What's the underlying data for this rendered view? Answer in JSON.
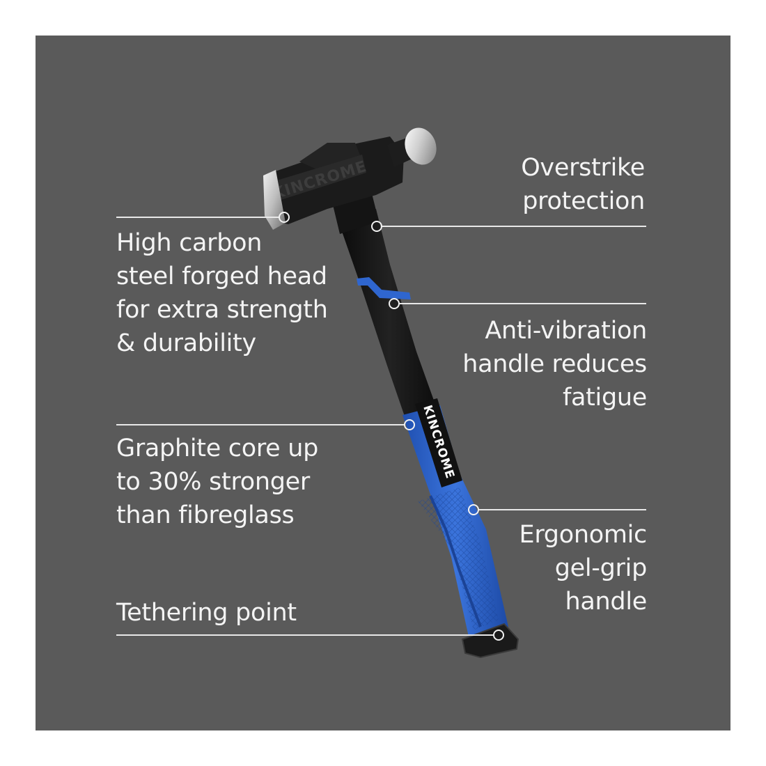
{
  "image": {
    "subject": "Ball pein hammer with blue and black handle",
    "brand_marks": [
      "KINCROME",
      "KINCROME"
    ],
    "colors": {
      "page_background": "#ffffff",
      "panel_background": "#5a5a5a",
      "text": "#f4f4f4",
      "leader_line": "#e9e9e9",
      "handle_black": "#141414",
      "handle_blue": "#2a62c8",
      "head_metal": "#1a1a1a",
      "steel_face": "#c8c8c8"
    }
  },
  "callouts": {
    "head": {
      "text": "High carbon\nsteel forged head\nfor extra strength\n& durability"
    },
    "overstrike": {
      "text": "Overstrike\nprotection"
    },
    "antivibration": {
      "text": "Anti-vibration\nhandle reduces\nfatigue"
    },
    "graphite": {
      "text": "Graphite core up\nto 30% stronger\nthan fibreglass"
    },
    "ergonomic": {
      "text": "Ergonomic\ngel-grip\nhandle"
    },
    "tethering": {
      "text": "Tethering point"
    }
  },
  "handle_label": "KINCROME",
  "head_label": "KINCROME"
}
